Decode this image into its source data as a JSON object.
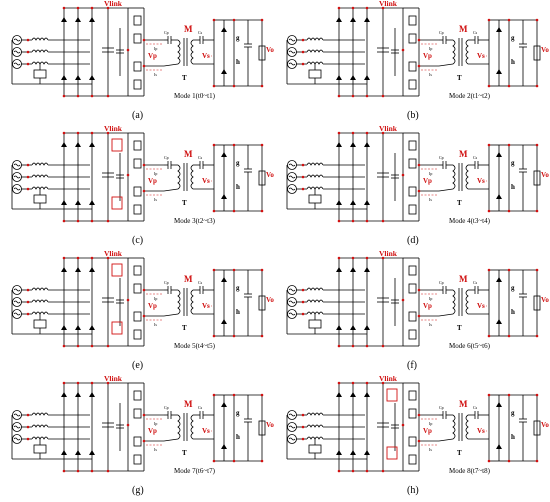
{
  "panels": [
    {
      "id": "a",
      "label": "(a)",
      "mode": "Mode 1(t0~t1)",
      "highlight": []
    },
    {
      "id": "b",
      "label": "(b)",
      "mode": "Mode 2(t1~t2)",
      "highlight": []
    },
    {
      "id": "c",
      "label": "(c)",
      "mode": "Mode 3(t2~t3)",
      "highlight": [
        "top",
        "bottom"
      ]
    },
    {
      "id": "d",
      "label": "(d)",
      "mode": "Mode 4(t3~t4)",
      "highlight": []
    },
    {
      "id": "e",
      "label": "(e)",
      "mode": "Mode 5(t4~t5)",
      "highlight": [
        "top",
        "bottom"
      ]
    },
    {
      "id": "f",
      "label": "(f)",
      "mode": "Mode 6(t5~t6)",
      "highlight": []
    },
    {
      "id": "g",
      "label": "(g)",
      "mode": "Mode 7(t6~t7)",
      "highlight": []
    },
    {
      "id": "h",
      "label": "(h)",
      "mode": "Mode 8(t7~t8)",
      "highlight": [
        "top",
        "bottom"
      ]
    }
  ],
  "circuit_labels": {
    "vlink": "Vlink",
    "transformer_m": "M",
    "transformer_t": "T",
    "vp": "Vp",
    "vs": "Vs",
    "vo": "Vo",
    "cp": "Cp",
    "cs": "Cs",
    "ip": "Ip",
    "is": "Is",
    "g": "g",
    "h": "h"
  },
  "colors": {
    "wire": "#000000",
    "highlight": "#d01010"
  }
}
